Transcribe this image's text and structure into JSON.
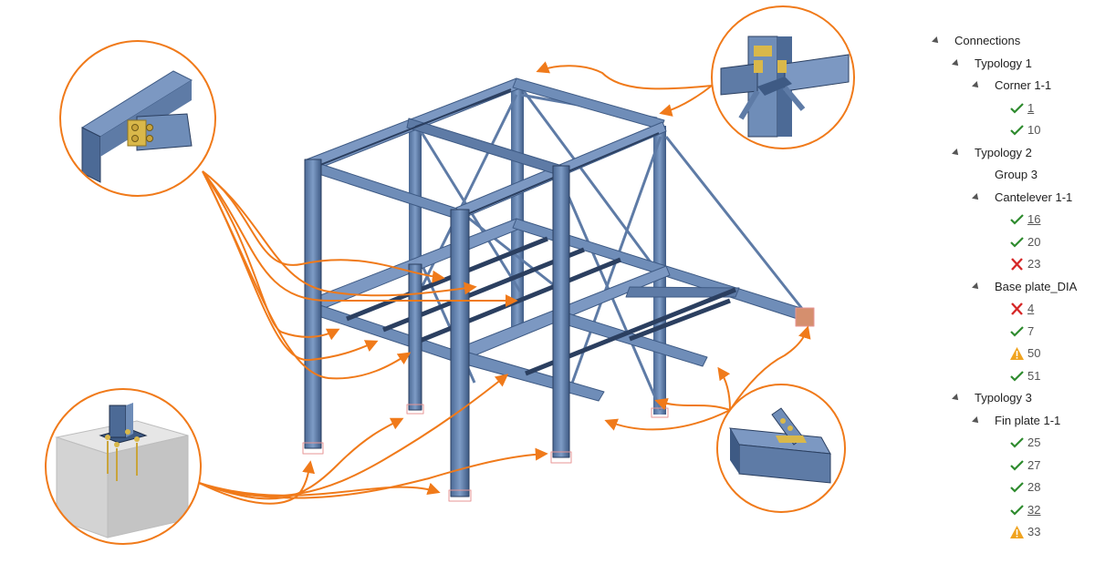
{
  "colors": {
    "accent_orange": "#F07A1A",
    "steel_blue": "#6F8DB8",
    "ok": "#2E8B2E",
    "error": "#D62828",
    "warning": "#F0A31F"
  },
  "tree": {
    "root": "Connections",
    "typologies": [
      {
        "label": "Typology 1",
        "children": [
          {
            "label": "Corner 1-1",
            "items": [
              {
                "num": "1",
                "status": "ok",
                "underline": true
              },
              {
                "num": "10",
                "status": "ok",
                "underline": false
              }
            ]
          }
        ]
      },
      {
        "label": "Typology 2",
        "children": [
          {
            "label": "Group 3",
            "items": [],
            "expandable": false
          },
          {
            "label": "Cantelever 1-1",
            "items": [
              {
                "num": "16",
                "status": "ok",
                "underline": true
              },
              {
                "num": "20",
                "status": "ok",
                "underline": false
              },
              {
                "num": "23",
                "status": "error",
                "underline": false
              }
            ]
          },
          {
            "label": "Base plate_DIA",
            "items": [
              {
                "num": "4",
                "status": "error",
                "underline": true
              },
              {
                "num": "7",
                "status": "ok",
                "underline": false
              },
              {
                "num": "50",
                "status": "warning",
                "underline": false
              },
              {
                "num": "51",
                "status": "ok",
                "underline": false
              }
            ]
          }
        ]
      },
      {
        "label": "Typology 3",
        "children": [
          {
            "label": "Fin plate 1-1",
            "items": [
              {
                "num": "25",
                "status": "ok",
                "underline": false
              },
              {
                "num": "27",
                "status": "ok",
                "underline": false
              },
              {
                "num": "28",
                "status": "ok",
                "underline": false
              },
              {
                "num": "32",
                "status": "ok",
                "underline": true
              },
              {
                "num": "33",
                "status": "warning",
                "underline": false
              }
            ]
          }
        ]
      }
    ]
  },
  "icons": {
    "expanded": "triangle-expanded-icon",
    "ok": "checkmark-icon",
    "error": "cross-icon",
    "warning": "warning-triangle-icon"
  }
}
